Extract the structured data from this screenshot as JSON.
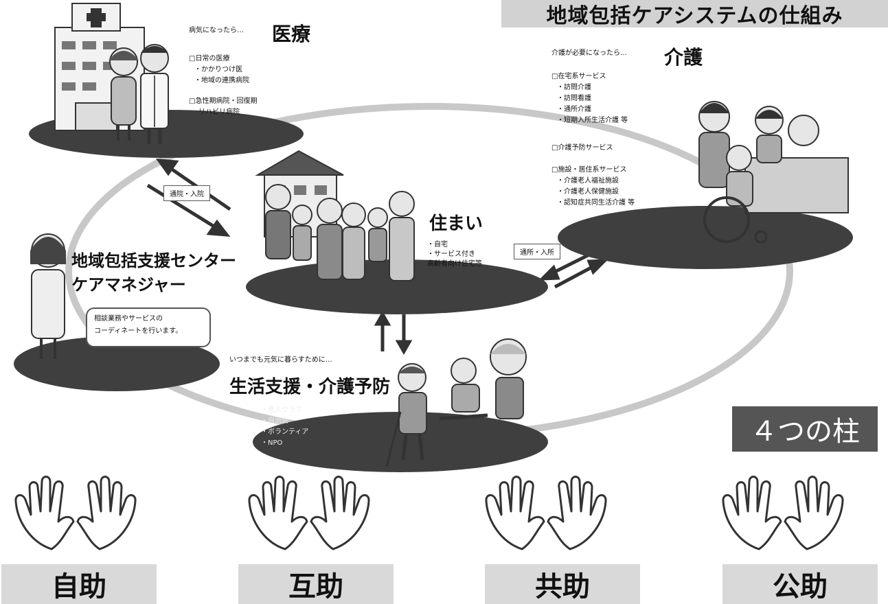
{
  "title": "地域包括ケアシステムの仕組み",
  "medical": {
    "lead": "病気になったら…",
    "heading": "医療",
    "items": [
      "□日常の医療",
      "・かかりつけ医",
      "・地域の連携病院",
      "□急性期病院・回復期",
      "リハビリ病院"
    ]
  },
  "care": {
    "lead": "介護が必要になったら…",
    "heading": "介護",
    "items": [
      "□在宅系サービス",
      "・訪問介護",
      "・訪問看護",
      "・通所介護",
      "・短期入所生活介護 等",
      "□介護予防サービス",
      "□施設・居住系サービス",
      "・介護老人福祉施設",
      "・介護老人保健施設",
      "・認知症共同生活介護 等"
    ]
  },
  "housing": {
    "heading": "住まい",
    "items": [
      "・自宅",
      "・サービス付き",
      "高齢者向け住宅等"
    ]
  },
  "center": {
    "line1": "地域包括支援センター",
    "line2": "ケアマネジャー",
    "balloon": [
      "相談業務やサービスの",
      "コーディネートを行います。"
    ]
  },
  "support": {
    "lead": "いつまでも元気に暮らすために…",
    "heading": "生活支援・介護予防",
    "items": [
      "・老人クラブ",
      "・自治会",
      "・ボランティア",
      "・NPO"
    ]
  },
  "tags": {
    "left": "通院・入院",
    "right": "通所・入所"
  },
  "pillars_title": "４つの柱",
  "pillars": [
    "自助",
    "互助",
    "共助",
    "公助"
  ],
  "icons": [
    "hospital-icon",
    "doctor-icon",
    "nurse-icon",
    "house-icon",
    "family-icon",
    "wheelchair-icon",
    "caregiver-icon",
    "bed-icon",
    "gateball-icon",
    "exercise-icon",
    "care-manager-icon",
    "hands-icon"
  ]
}
